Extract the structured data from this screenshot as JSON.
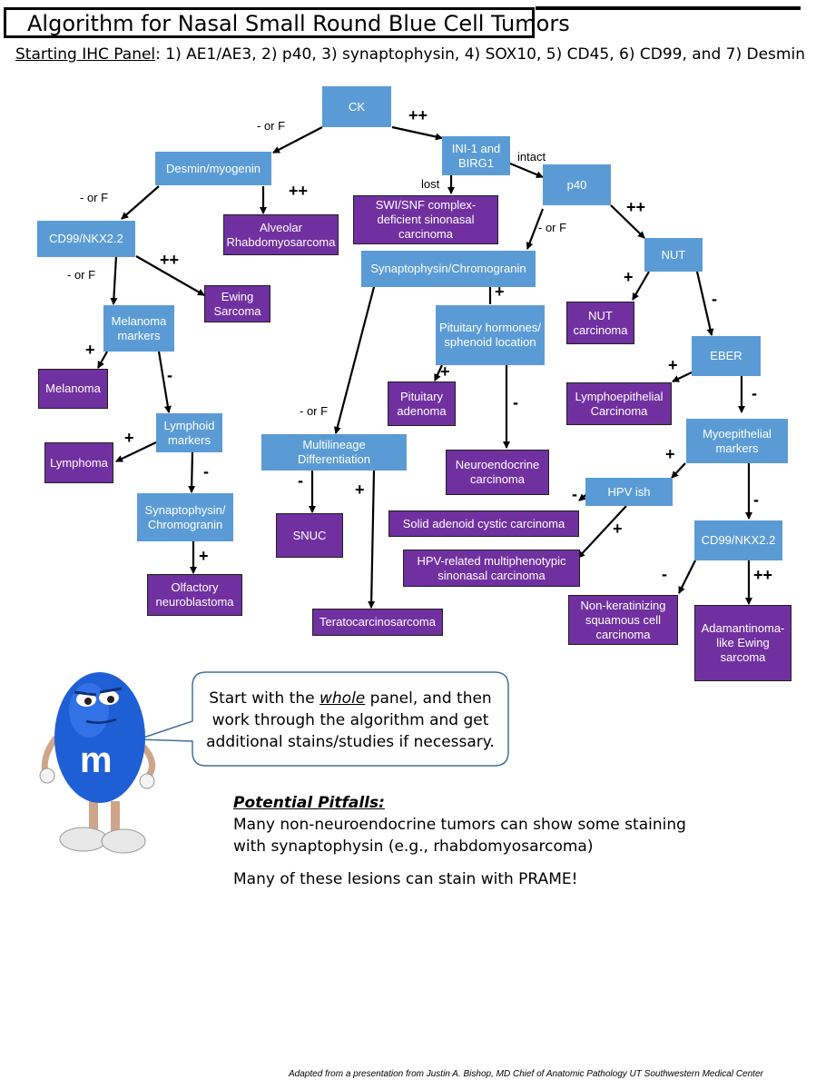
{
  "title": "Algorithm for Nasal Small Round Blue Cell Tumors",
  "subtitle": {
    "label": "Starting IHC Panel",
    "text": ": 1) AE1/AE3, 2) p40, 3) synaptophysin, 4) SOX10, 5) CD45, 6) CD99, and 7) Desmin"
  },
  "nodes": {
    "ck": "CK",
    "desmin": "Desmin/myogenin",
    "ini1": "INI-1 and BIRG1",
    "p40": "p40",
    "cd99a": "CD99/NKX2.2",
    "alveolar": "Alveolar Rhabdomyosarcoma",
    "swisnf": "SWI/SNF complex-deficient sinonasal carcinoma",
    "synchrom": "Synaptophysin/Chromogranin",
    "nut": "NUT",
    "ewing": "Ewing Sarcoma",
    "melmarkers": "Melanoma markers",
    "nutca": "NUT carcinoma",
    "pituitary_h": "Pituitary hormones/ sphenoid location",
    "melanoma": "Melanoma",
    "eber": "EBER",
    "pit_adenoma": "Pituitary adenoma",
    "lymphoepi": "Lymphoepithelial Carcinoma",
    "lymphmarkers": "Lymphoid markers",
    "multilineage": "Multilineage Differentiation",
    "myoepi": "Myoepithelial markers",
    "lymphoma": "Lymphoma",
    "neuroendo": "Neuroendocrine carcinoma",
    "hpvish": "HPV ish",
    "synchrom2": "Synaptophysin/ Chromogranin",
    "snuc": "SNUC",
    "sacc": "Solid adenoid cystic carcinoma",
    "cd99b": "CD99/NKX2.2",
    "hpvrel": "HPV-related multiphenotypic sinonasal carcinoma",
    "olfactory": "Olfactory neuroblastoma",
    "nonker": "Non-keratinizing squamous cell carcinoma",
    "teratocarc": "Teratocarcinosarcoma",
    "adamant": "Adamantinoma-like Ewing sarcoma"
  },
  "edge_labels": {
    "ck_neg": "- or F",
    "ck_pos": "++",
    "ini_intact": "intact",
    "ini_lost": "lost",
    "desmin_neg": "- or F",
    "desmin_pos": "++",
    "p40_neg": "- or F",
    "p40_pos": "++",
    "cd99_pos": "++",
    "cd99_neg": "- or F",
    "nut_pos": "+",
    "nut_neg": "-",
    "syn_pos": "+",
    "mel_pos": "+",
    "mel_neg": "-",
    "pit_pos": "+",
    "pit_neg": "-",
    "eber_pos": "+",
    "eber_neg": "-",
    "syn_neg": "- or F",
    "lymph_pos": "+",
    "lymph_neg": "-",
    "myo_pos": "+",
    "myo_neg": "-",
    "multi_neg": "-",
    "multi_pos": "+",
    "hpv_neg": "-",
    "hpv_pos": "+",
    "syn2_pos": "+",
    "cd99b_neg": "-",
    "cd99b_pos": "++"
  },
  "bubble": {
    "line1_pre": "Start with the ",
    "line1_em": "whole",
    "line1_post": " panel, and then",
    "line2": "work through the algorithm and get",
    "line3": "additional stains/studies if necessary."
  },
  "pitfalls": {
    "heading": "Potential Pitfalls:",
    "p1": "Many non-neuroendocrine tumors can show some staining with synaptophysin (e.g., rhabdomyosarcoma)",
    "p2": "Many of these lesions can stain with PRAME!"
  },
  "mascot_letter": "m",
  "footer": "Adapted from a presentation from Justin A. Bishop, MD Chief of Anatomic Pathology UT Southwestern Medical Center",
  "colors": {
    "test_node": "#5b9bd5",
    "diagnosis_node": "#7030a0",
    "mascot_blue": "#1f5fd6"
  }
}
